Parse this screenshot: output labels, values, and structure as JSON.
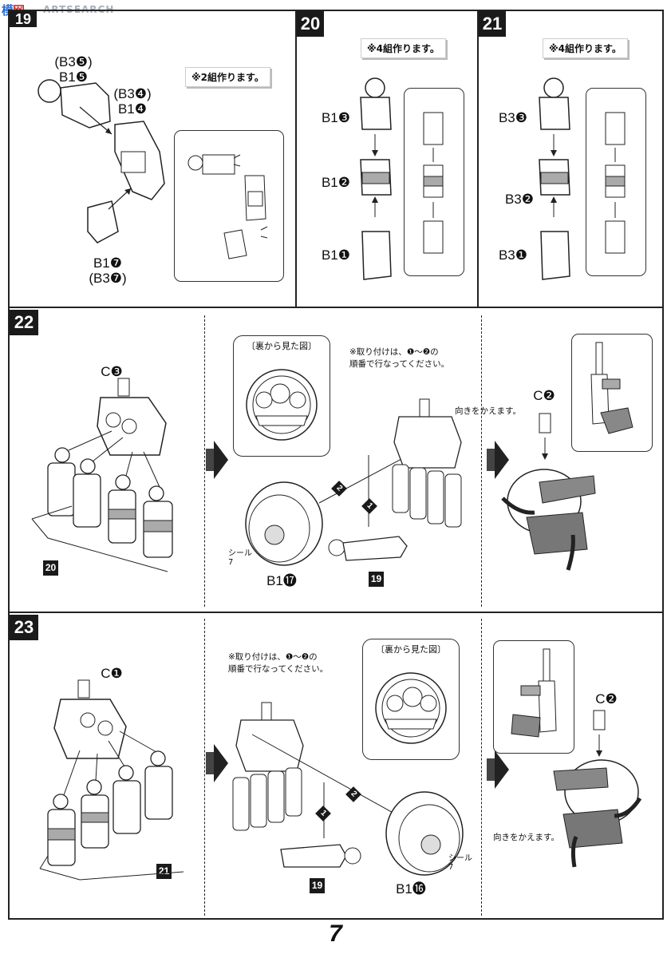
{
  "watermark": {
    "logo_a": "模",
    "logo_b": "网",
    "text": "ARTSEARCH"
  },
  "page_number": "7",
  "step19": {
    "number": "19",
    "note": "※2組作ります。",
    "part_top": "(B3❺)\nB1❺",
    "part_mid": "(B3❹)\nB1❹",
    "part_bottom": "B1❼\n(B3❼)"
  },
  "step20": {
    "number": "20",
    "note": "※4組作ります。",
    "part_top": "B1❸",
    "part_mid": "B1❷",
    "part_bottom": "B1❶"
  },
  "step21": {
    "number": "21",
    "note": "※4組作ります。",
    "part_top": "B3❸",
    "part_mid": "B3❷",
    "part_bottom": "B3❶"
  },
  "step22": {
    "number": "22",
    "part_c": "C❸",
    "ref": "20",
    "callout_title": "〔裏から見た図〕",
    "order_note": "※取り付けは、❶～❷の\n順番で行なってください。",
    "seal": "シール\n7",
    "part_disc": "B1⓱",
    "ref2": "19",
    "rotate_note": "向きをかえます。",
    "part_c2": "C❷",
    "num1": "1",
    "num2": "2"
  },
  "step23": {
    "number": "23",
    "part_c": "C❶",
    "ref": "21",
    "callout_title": "〔裏から見た図〕",
    "order_note": "※取り付けは、❶～❷の\n順番で行なってください。",
    "seal": "シール\n7",
    "part_disc": "B1⓰",
    "ref2": "19",
    "rotate_note": "向きをかえます。",
    "part_c2": "C❷",
    "num1": "1",
    "num2": "2"
  }
}
